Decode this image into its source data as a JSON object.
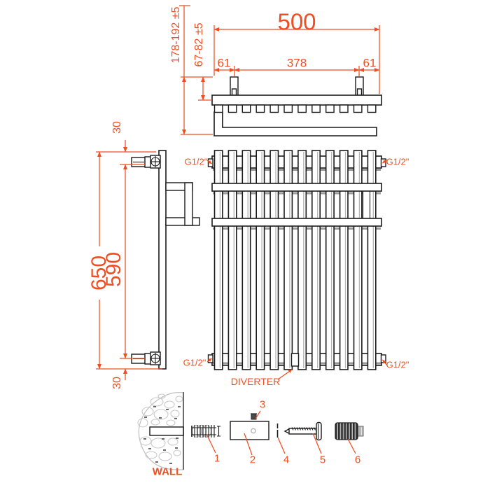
{
  "colors": {
    "accent": "#ef4e22",
    "ink": "#1a1a1a"
  },
  "top_view": {
    "width": "500",
    "left_offset": "61",
    "center_span": "378",
    "right_offset": "61",
    "depth_total": "178-192 ±5",
    "depth_to_wall": "67-82 ±5"
  },
  "side_view": {
    "height_total": "650",
    "connection_span": "590",
    "top_offset": "30",
    "bottom_offset": "30"
  },
  "front_view": {
    "top_left_connection": "G1/2\"",
    "top_right_connection": "G1/2\"",
    "bottom_left_connection": "G1/2\"",
    "bottom_right_connection": "G1/2\"",
    "diverter": "DIVERTER"
  },
  "assembly": {
    "wall": "WALL",
    "parts": [
      {
        "number": "1"
      },
      {
        "number": "2"
      },
      {
        "number": "3"
      },
      {
        "number": "4"
      },
      {
        "number": "5"
      },
      {
        "number": "6"
      }
    ]
  }
}
